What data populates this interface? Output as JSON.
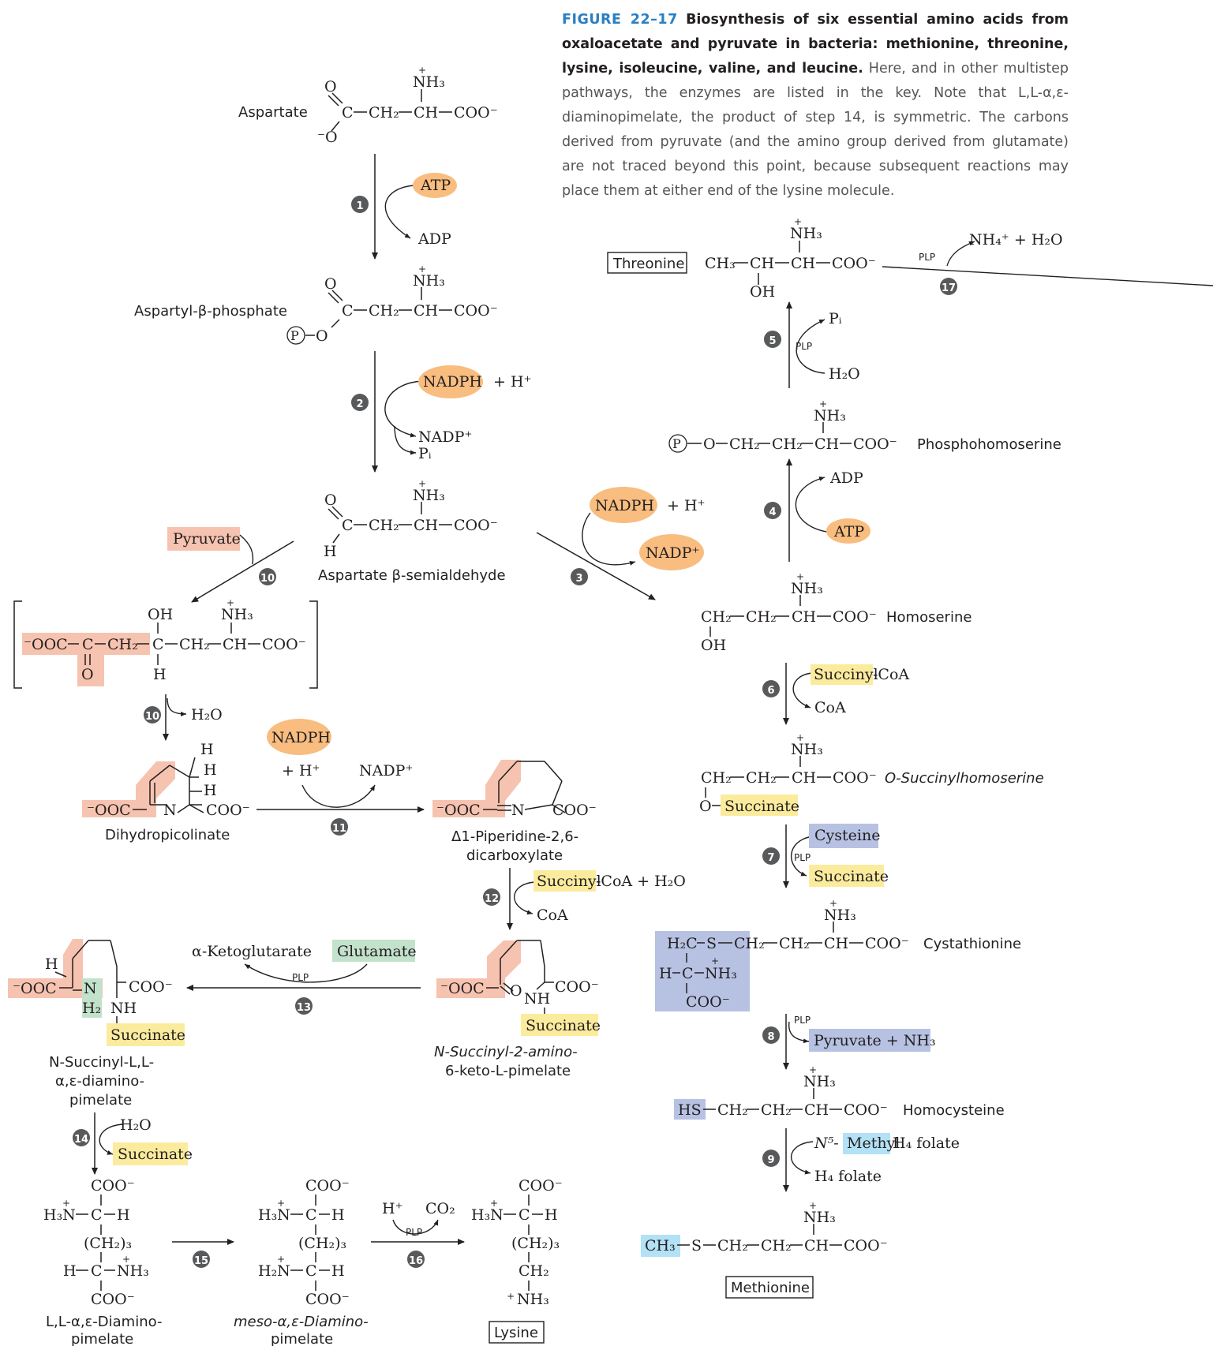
{
  "caption": {
    "figure_label": "FIGURE 22–17",
    "title": "Biosynthesis of six essential amino acids from oxaloacetate and pyruvate in bacteria: methionine, threonine, lysine, isoleucine, valine, and leucine.",
    "body": "Here, and in other multistep pathways, the enzymes are listed in the key. Note that L,L-α,ε-diaminopimelate, the product of step 14, is symmetric. The carbons derived from pyruvate (and the amino group derived from glutamate) are not traced beyond this point, because subsequent reactions may place them at either end of the lysine molecule."
  },
  "colors": {
    "salmon": "#f6c3b0",
    "orange": "#f8bd7f",
    "yellow": "#fbeb9d",
    "lavender": "#b7c2e3",
    "green": "#c2e2cc",
    "cyan": "#b3e1f5",
    "step_circle": "#58595b",
    "text": "#231f20"
  },
  "compounds": {
    "aspartate": "Aspartate",
    "aspartyl_phosphate": "Aspartyl-β-phosphate",
    "aspartate_semialdehyde": "Aspartate β-semialdehyde",
    "threonine": "Threonine",
    "phosphohomoserine": "Phosphohomoserine",
    "homoserine": "Homoserine",
    "o_succinylhomoserine": "O-Succinylhomoserine",
    "cystathionine": "Cystathionine",
    "homocysteine": "Homocysteine",
    "methionine": "Methionine",
    "dihydropicolinate": "Dihydropicolinate",
    "piperidine_1": "Δ1-Piperidine-2,6-",
    "piperidine_2": "dicarboxylate",
    "n_succ_keto_1": "N-Succinyl-2-amino-",
    "n_succ_keto_2": "6-keto-L-pimelate",
    "n_succ_dap_1": "N-Succinyl-L,L-",
    "n_succ_dap_2": "α,ε-diamino-",
    "n_succ_dap_3": "pimelate",
    "ll_dap_1": "L,L-α,ε-Diamino-",
    "ll_dap_2": "pimelate",
    "meso_dap_1": "meso-α,ε-Diamino-",
    "meso_dap_2": "pimelate",
    "lysine": "Lysine"
  },
  "cofactors": {
    "atp": "ATP",
    "adp": "ADP",
    "nadph": "NADPH",
    "h_plus": "+ H⁺",
    "nadp_plus": "NADP⁺",
    "pi": "Pᵢ",
    "plp": "PLP",
    "h2o": "H₂O",
    "pyruvate": "Pyruvate",
    "succinyl": "Succinyl",
    "coa_suffix": "-CoA",
    "coa": "CoA",
    "succinyl_coa_h2o_suffix": "-CoA + H₂O",
    "cysteine": "Cysteine",
    "succinate": "Succinate",
    "pyruvate_nh3": "Pyruvate + NH₃",
    "n5": "N⁵-",
    "methyl": "Methyl",
    "h4folate": "H₄ folate",
    "nh4_h2o": "NH₄⁺ + H₂O",
    "akg": "α-Ketoglutarate",
    "glutamate": "Glutamate",
    "h_plus_short": "H⁺",
    "co2": "CO₂"
  },
  "steps": [
    "1",
    "2",
    "3",
    "4",
    "5",
    "6",
    "7",
    "8",
    "9",
    "10",
    "11",
    "12",
    "13",
    "14",
    "15",
    "16",
    "17"
  ]
}
